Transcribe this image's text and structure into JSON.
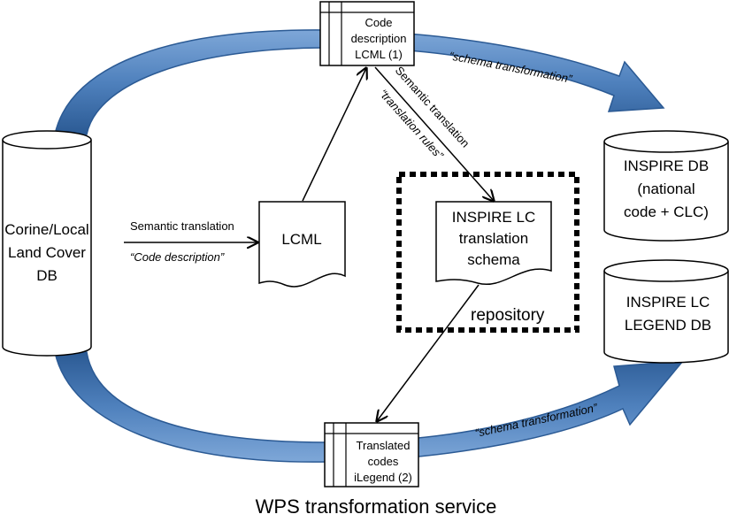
{
  "colors": {
    "flow_arrow": "#4f81bd",
    "flow_arrow_dark": "#2b5a94",
    "flow_arrow_light": "#7ea7d8",
    "stroke": "#000000",
    "fill": "#ffffff"
  },
  "nodes": {
    "corine_db": {
      "lines": [
        "Corine/Local",
        "Land Cover",
        "DB"
      ]
    },
    "code_description_table": {
      "lines": [
        "Code",
        "description",
        "LCML (1)"
      ]
    },
    "lcml_document": {
      "lines": [
        "LCML"
      ]
    },
    "inspire_schema_document": {
      "lines": [
        "INSPIRE LC",
        "translation",
        "schema"
      ]
    },
    "repository": {
      "label": "repository"
    },
    "inspire_db": {
      "lines": [
        "INSPIRE DB",
        "(national",
        "code + CLC)"
      ]
    },
    "inspire_legend_db": {
      "lines": [
        "INSPIRE LC",
        "LEGEND DB"
      ]
    },
    "translated_codes_table": {
      "lines": [
        "Translated",
        "codes",
        "iLegend (2)"
      ]
    }
  },
  "edges": {
    "semantic_translation_left": {
      "label": "Semantic translation",
      "sublabel": "“Code description”"
    },
    "semantic_translation_diag": {
      "label": "Semantic translation",
      "sublabel": "“translation rules”"
    },
    "schema_transformation_top": {
      "label": "“schema transformation”"
    },
    "schema_transformation_bottom": {
      "label": "“schema transformation”"
    }
  },
  "footer": {
    "title": "WPS transformation service"
  }
}
